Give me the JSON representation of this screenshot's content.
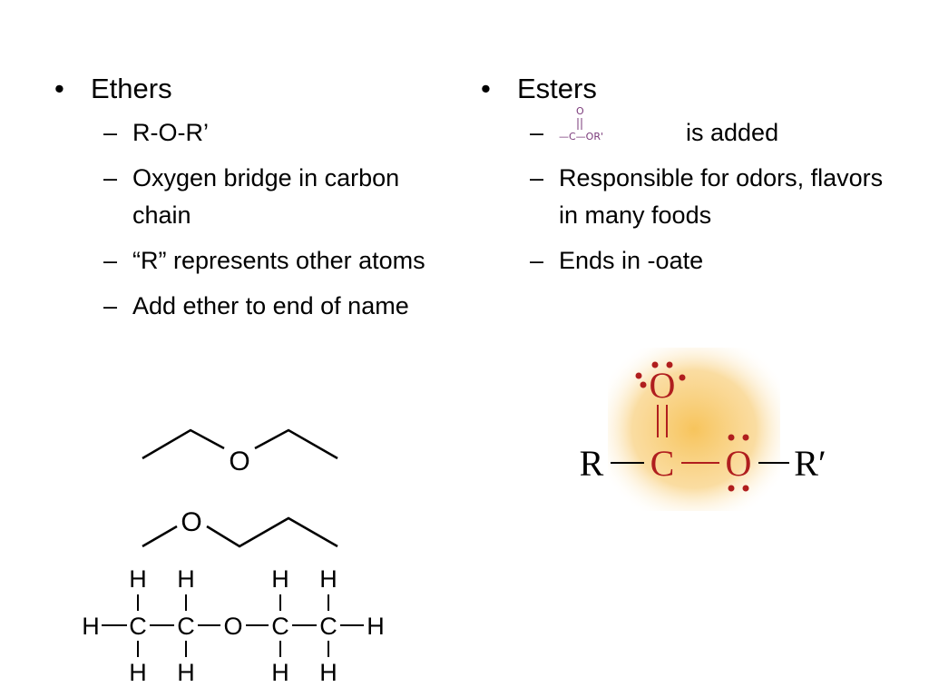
{
  "left": {
    "heading": "Ethers",
    "bullet": "•",
    "dash": "–",
    "items": [
      "R-O-R’",
      "Oxygen bridge in carbon chain",
      "“R” represents other atoms",
      "Add ether to end of name"
    ],
    "chem_labels": {
      "skeletal_oxygen": "O",
      "skeletal_oxygen_2": "O",
      "hydrogen": "H",
      "carbon": "C",
      "oxygen": "O"
    }
  },
  "right": {
    "heading": "Esters",
    "bullet": "•",
    "dash": "–",
    "item0_suffix": "is added",
    "item0_formula": {
      "top": "O",
      "bottom": "—C—OR'"
    },
    "items": [
      "Responsible for odors, flavors in many foods",
      "Ends in -oate"
    ],
    "ester_structure": {
      "r": "R",
      "c": "C",
      "o_top": "O",
      "o_bridge": "O",
      "r_prime": "R′"
    }
  },
  "colors": {
    "formula_purple": "#7a3a7a",
    "ester_red": "#b01e1e",
    "glow": "#f8c86a"
  }
}
